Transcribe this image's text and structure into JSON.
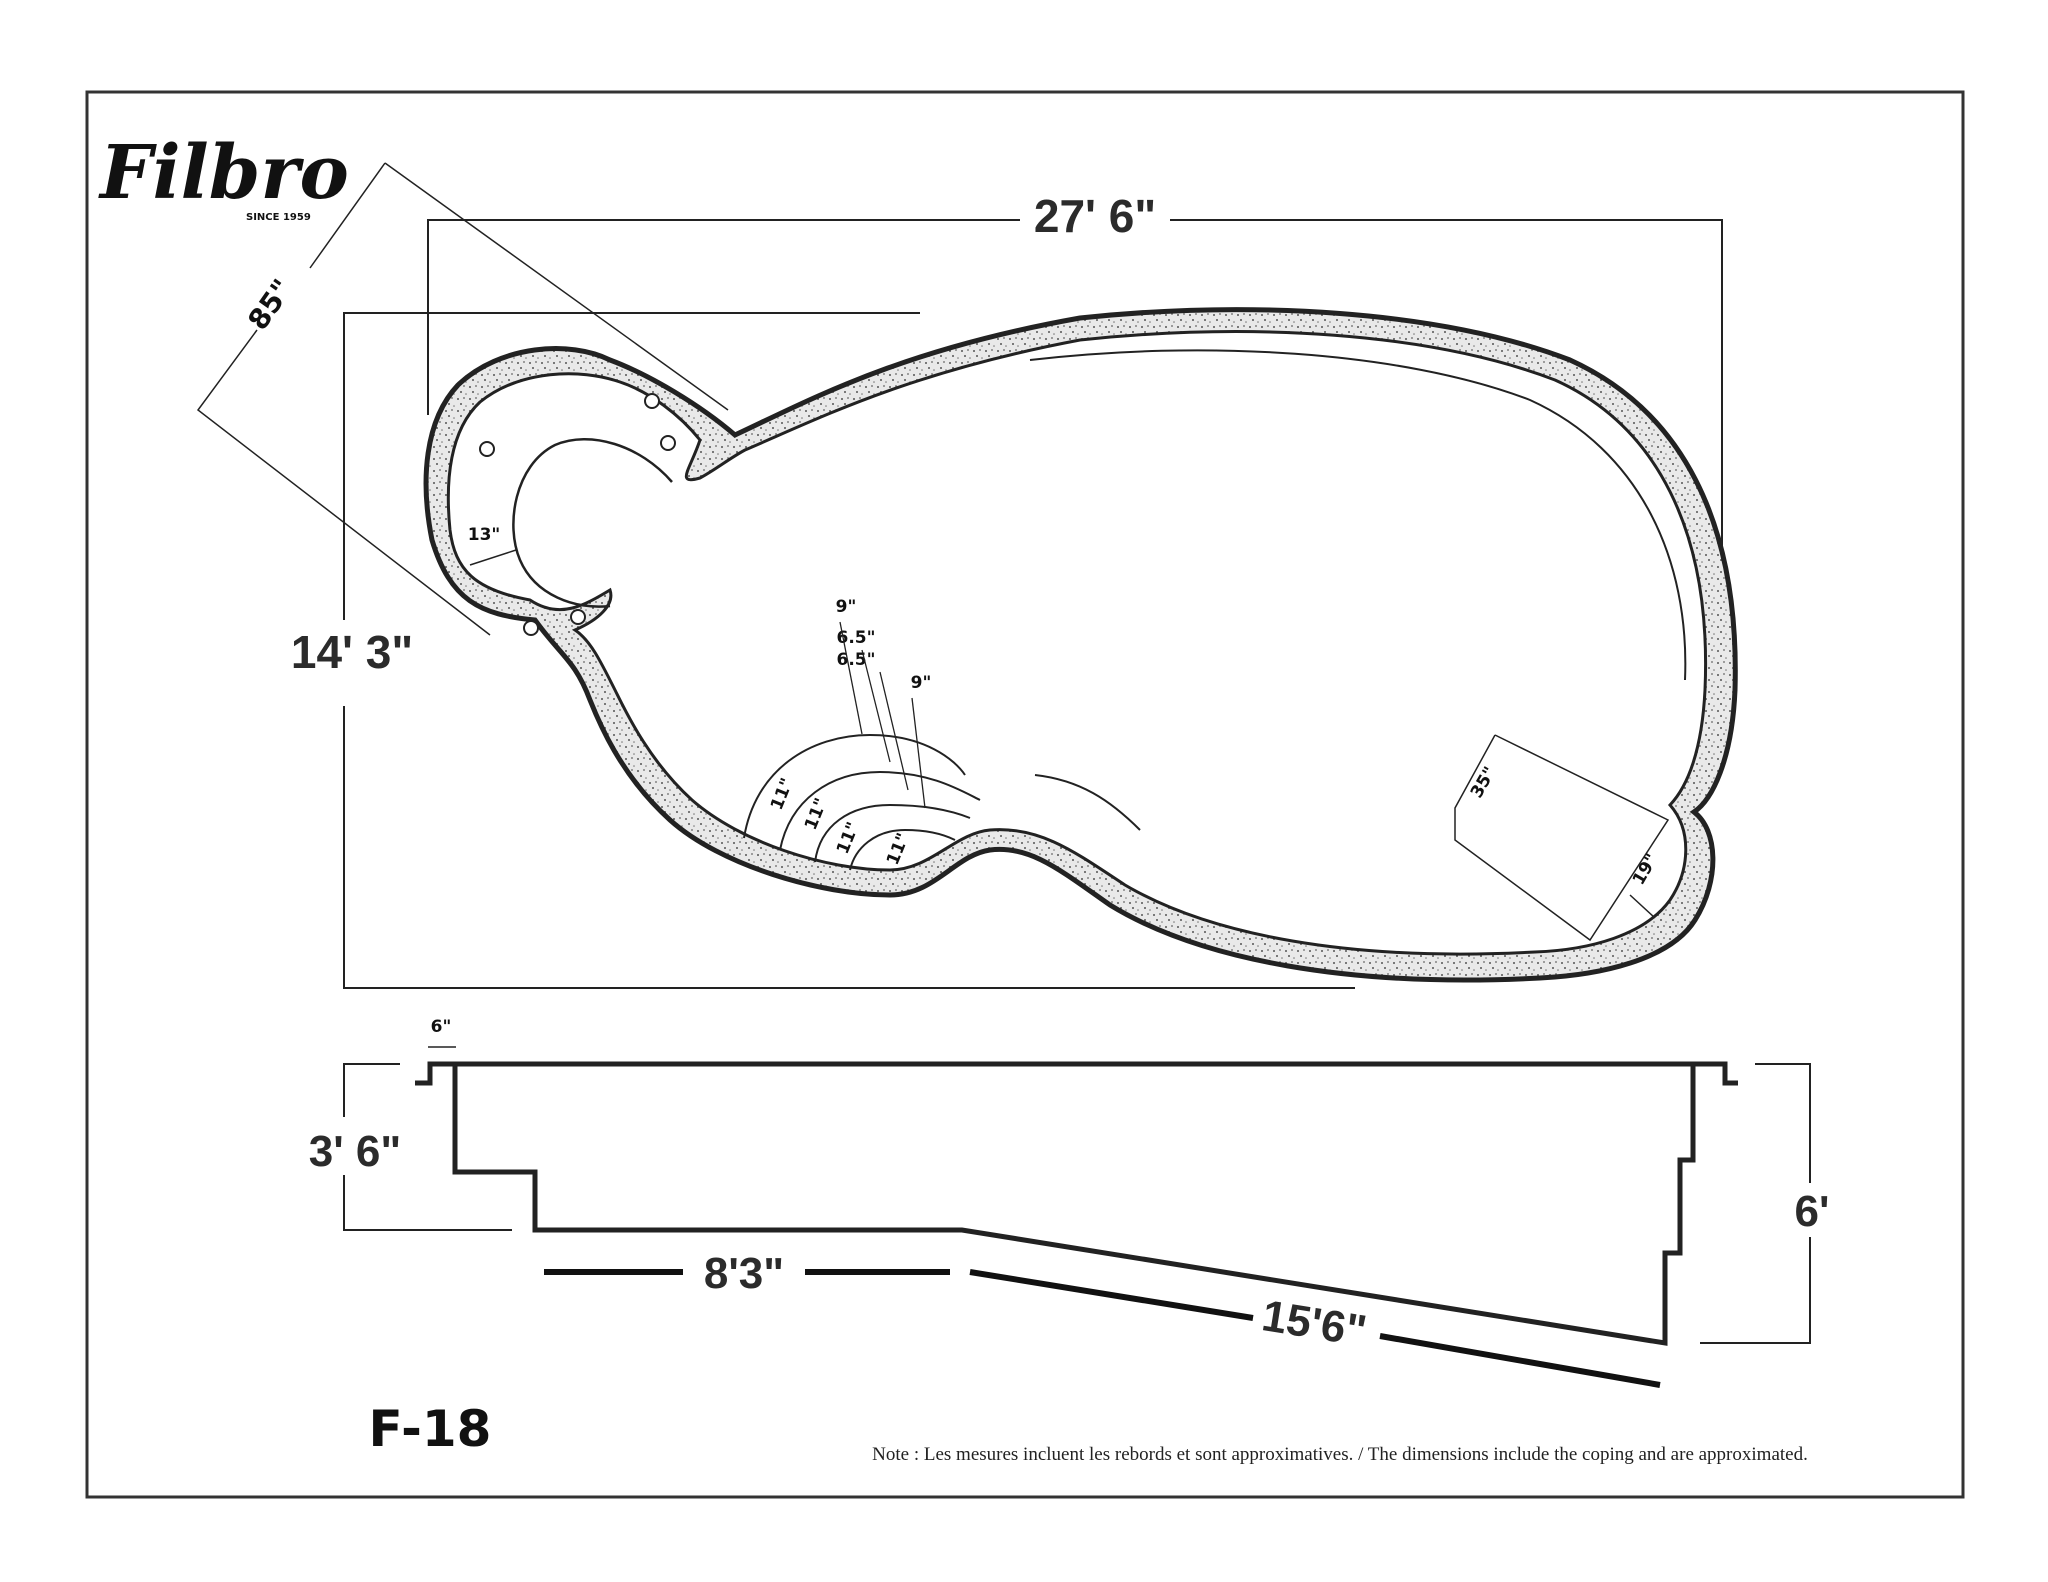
{
  "brand": {
    "logo_text": "Filbro",
    "since": "SINCE 1959"
  },
  "model": "F-18",
  "plan_dimensions": {
    "length": "27' 6\"",
    "width": "14' 3\"",
    "bench_diag": "85\"",
    "bench_depth": "13\"",
    "step_tread_1": "9\"",
    "step_tread_2": "6.5\"",
    "step_tread_3": "6.5\"",
    "step_tread_4": "9\"",
    "step_rise_1": "11\"",
    "step_rise_2": "11\"",
    "step_rise_3": "11\"",
    "step_rise_4": "11\"",
    "ledge_diag": "35\"",
    "ledge_depth": "19\""
  },
  "profile_dimensions": {
    "coping": "6\"",
    "shallow_depth": "3' 6\"",
    "deep_depth": "6'",
    "shallow_length": "8'3\"",
    "slope_length": "15'6\""
  },
  "note": "Note : Les mesures incluent les rebords et sont approximatives. / The dimensions include the coping and are approximated.",
  "colors": {
    "outline": "#222222",
    "speckle": "#555555",
    "background": "#ffffff"
  }
}
